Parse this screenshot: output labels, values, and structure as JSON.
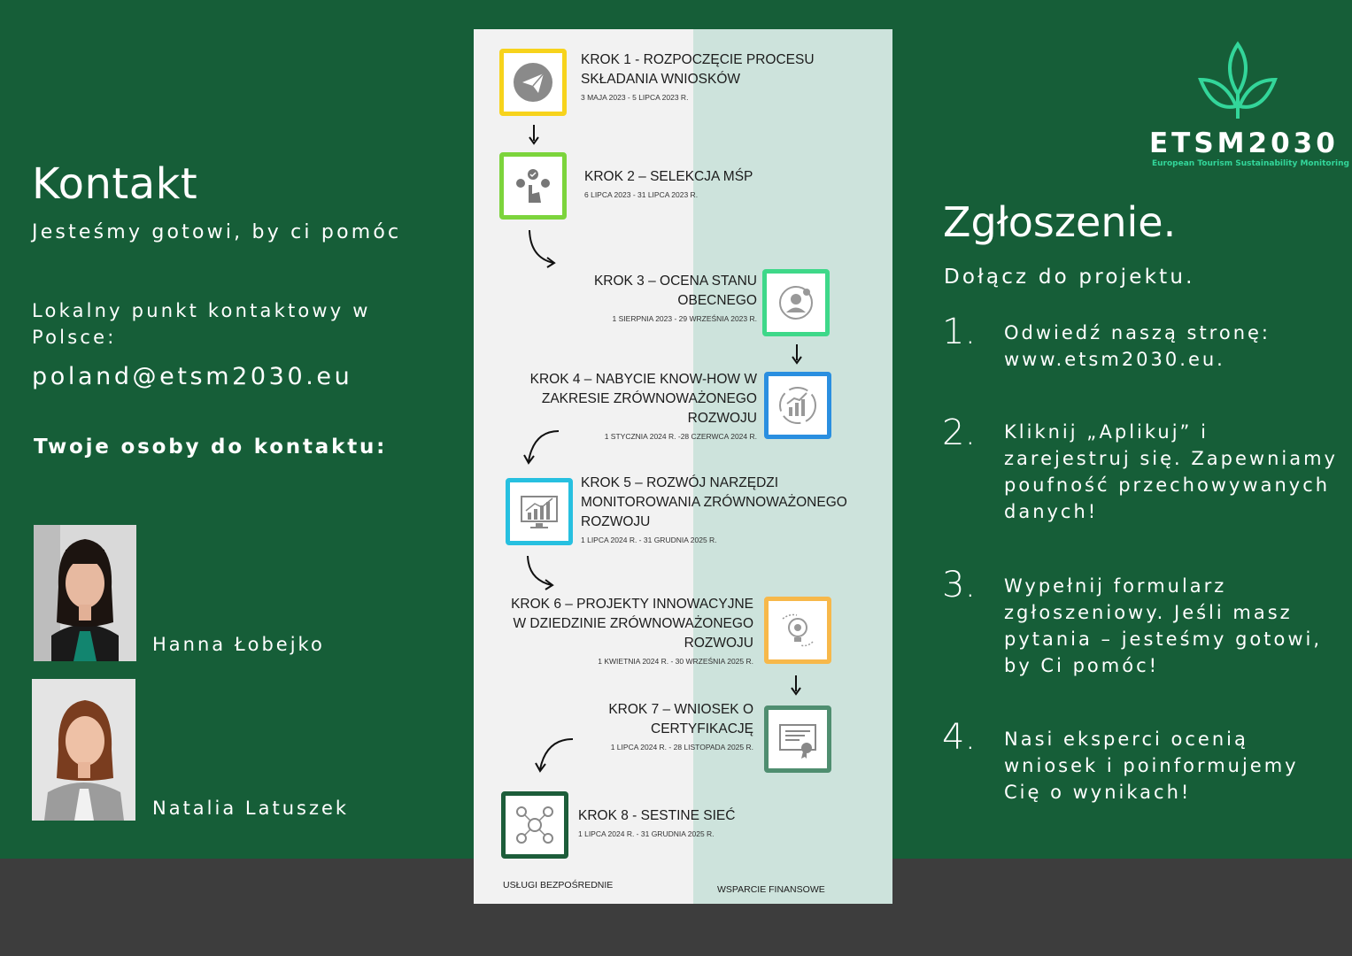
{
  "left": {
    "title": "Kontakt",
    "subtitle": "Jesteśmy gotowi, by ci pomóc",
    "local_label": "Lokalny punkt kontaktowy w Polsce:",
    "email": "poland@etsm2030.eu",
    "persons_label": "Twoje osoby do kontaktu:",
    "persons": [
      {
        "name": "Hanna Łobejko"
      },
      {
        "name": "Natalia Latuszek"
      }
    ]
  },
  "steps": [
    {
      "title": "KROK 1 - ROZPOCZĘCIE PROCESU SKŁADANIA WNIOSKÓW",
      "date": "3 MAJA 2023 - 5 LIPCA 2023 R.",
      "icon": "paper-plane-icon",
      "color": "#f7d31c"
    },
    {
      "title": "KROK 2 – SELEKCJA MŚP",
      "date": "6 LIPCA 2023 - 31 LIPCA 2023 R.",
      "icon": "hand-select-icon",
      "color": "#7cd43c"
    },
    {
      "title": "KROK 3 – OCENA STANU OBECNEGO",
      "date": "1 SIERPNIA 2023 - 29 WRZEŚNIA 2023 R.",
      "icon": "person-assess-icon",
      "color": "#3ed889"
    },
    {
      "title": "KROK 4 – NABYCIE KNOW-HOW W ZAKRESIE ZRÓWNOWAŻONEGO ROZWOJU",
      "date": "1 STYCZNIA 2024 R. -28 CZERWCA 2024 R.",
      "icon": "growth-cycle-icon",
      "color": "#2a8fe0"
    },
    {
      "title": "KROK 5 – ROZWÓJ NARZĘDZI MONITOROWANIA ZRÓWNOWAŻONEGO ROZWOJU",
      "date": "1 LIPCA 2024 R. - 31 GRUDNIA 2025 R.",
      "icon": "chart-monitor-icon",
      "color": "#27c0e0"
    },
    {
      "title": "KROK 6 – PROJEKTY INNOWACYJNE W DZIEDZINIE ZRÓWNOWAŻONEGO ROZWOJU",
      "date": "1 KWIETNIA 2024 R. - 30 WRZEŚNIA 2025 R.",
      "icon": "idea-bulb-icon",
      "color": "#f7b84a"
    },
    {
      "title": "KROK 7 – WNIOSEK O CERTYFIKACJĘ",
      "date": "1 LIPCA 2024 R. - 28 LISTOPADA 2025 R.",
      "icon": "certificate-icon",
      "color": "#4f8e70"
    },
    {
      "title": "KROK 8 - SESTINE SIEĆ",
      "date": "1 LIPCA 2024 R. - 31 GRUDNIA 2025 R.",
      "icon": "network-icon",
      "color": "#1d5d3a"
    }
  ],
  "footer": {
    "left_label": "USŁUGI BEZPOŚREDNIE",
    "right_label": "WSPARCIE FINANSOWE"
  },
  "logo": {
    "name": "ETSM2030",
    "subtitle": "European Tourism Sustainability Monitoring",
    "color": "#33d69a"
  },
  "right": {
    "title": "Zgłoszenie.",
    "subtitle": "Dołącz do projektu.",
    "items": [
      {
        "num": "1.",
        "text": "Odwiedź naszą stronę: www.etsm2030.eu."
      },
      {
        "num": "2.",
        "text": "Kliknij „Aplikuj” i zarejestruj się. Zapewniamy poufność przechowywanych danych!"
      },
      {
        "num": "3.",
        "text": "Wypełnij formularz zgłoszeniowy. Jeśli masz pytania – jesteśmy gotowi, by Ci pomóc!"
      },
      {
        "num": "4.",
        "text": "Nasi eksperci ocenią wniosek i poinformujemy Cię o wynikach!"
      }
    ]
  }
}
